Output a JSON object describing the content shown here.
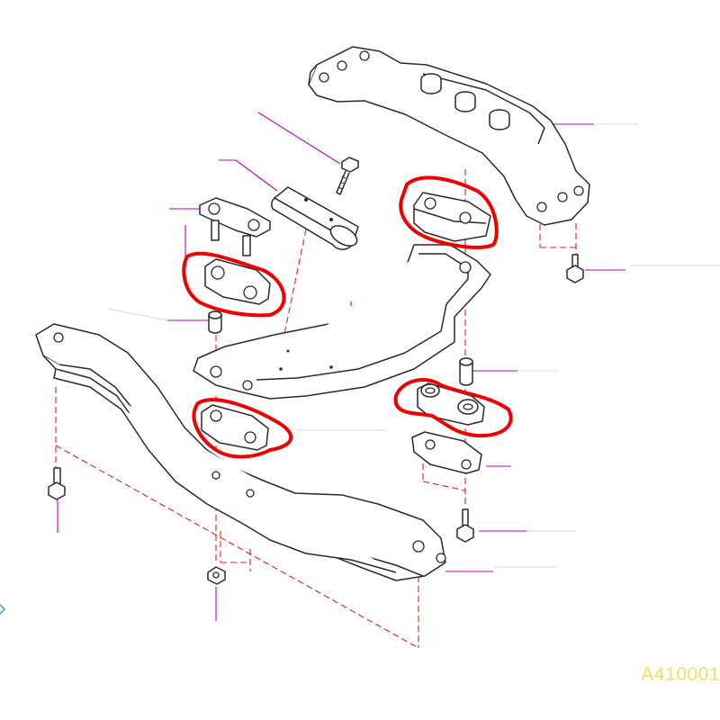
{
  "figure": {
    "code": "A410001",
    "code_color": "#f0e060"
  },
  "colors": {
    "outline": "#2a2a2a",
    "leader_line": "#c000c0",
    "alignment_dash": "#e02020",
    "highlight_mark": "#ee0000"
  },
  "highlighted_parts": [
    "rear-mount-cushion",
    "left-stopper-plate",
    "left-lower-cushion",
    "right-lower-cushion"
  ]
}
